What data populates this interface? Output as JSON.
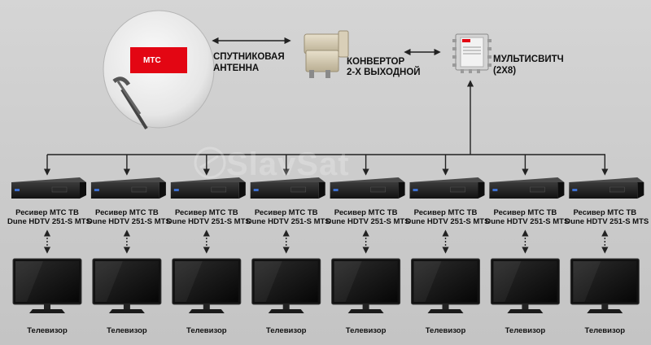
{
  "antenna": {
    "label_line1": "СПУТНИКОВАЯ",
    "label_line2": "АНТЕННА",
    "logo": "МТС"
  },
  "converter": {
    "label_line1": "КОНВЕРТОР",
    "label_line2": "2-Х ВЫХОДНОЙ"
  },
  "multiswitch": {
    "label_line1": "МУЛЬТИСВИТЧ",
    "label_line2": "(2X8)"
  },
  "watermark": "SlavSat",
  "receivers": [
    {
      "line1": "Ресивер МТС ТВ",
      "line2": "Dune HDTV 251-S MTS"
    },
    {
      "line1": "Ресивер МТС ТВ",
      "line2": "Dune HDTV 251-S MTS"
    },
    {
      "line1": "Ресивер МТС ТВ",
      "line2": "Dune HDTV 251-S MTS"
    },
    {
      "line1": "Ресивер МТС ТВ",
      "line2": "Dune HDTV 251-S MTS"
    },
    {
      "line1": "Ресивер МТС ТВ",
      "line2": "Dune HDTV 251-S MTS"
    },
    {
      "line1": "Ресивер МТС ТВ",
      "line2": "Dune HDTV 251-S MTS"
    },
    {
      "line1": "Ресивер МТС ТВ",
      "line2": "Dune HDTV 251-S MTS"
    },
    {
      "line1": "Ресивер МТС ТВ",
      "line2": "Dune HDTV 251-S MTS"
    }
  ],
  "tvs": [
    "Телевизор",
    "Телевизор",
    "Телевизор",
    "Телевизор",
    "Телевизор",
    "Телевизор",
    "Телевизор",
    "Телевизор"
  ],
  "colors": {
    "brand_red": "#e30613",
    "dish": "#e9e9e9",
    "device_dark": "#1d1d1d"
  }
}
